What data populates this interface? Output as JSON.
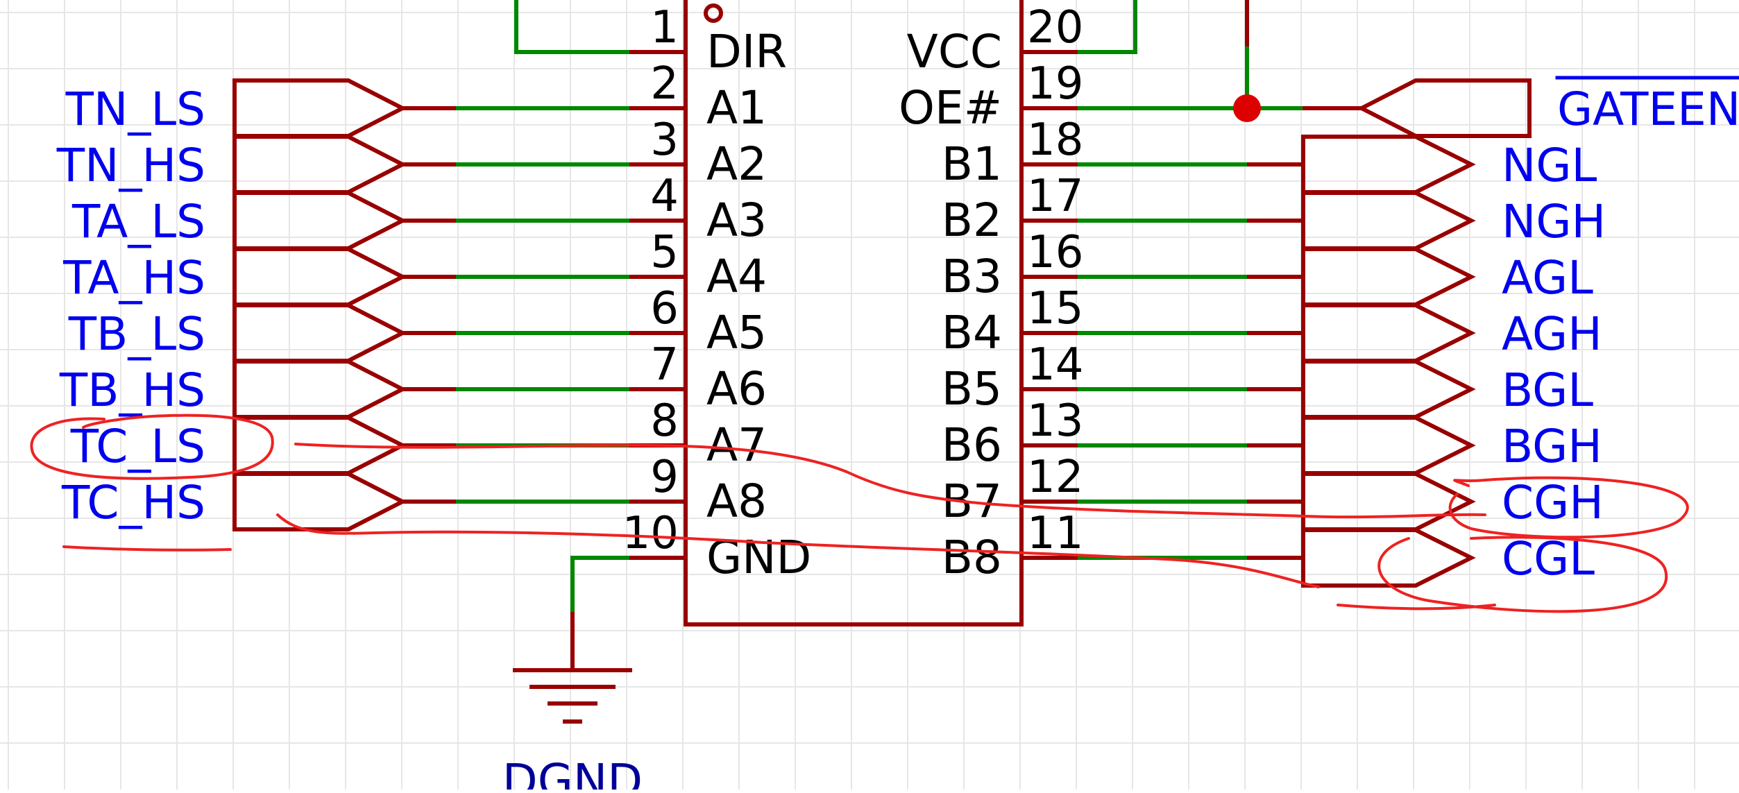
{
  "colors": {
    "background": "#ffffff",
    "grid": "#e6e6e6",
    "symbol": "#990000",
    "wire": "#008800",
    "net_label": "#0000ee",
    "power_label": "#000099",
    "pin_text": "#000000",
    "annotation": "#ee2222"
  },
  "chip": {
    "left_pins": [
      {
        "num": "1",
        "name": "DIR"
      },
      {
        "num": "2",
        "name": "A1"
      },
      {
        "num": "3",
        "name": "A2"
      },
      {
        "num": "4",
        "name": "A3"
      },
      {
        "num": "5",
        "name": "A4"
      },
      {
        "num": "6",
        "name": "A5"
      },
      {
        "num": "7",
        "name": "A6"
      },
      {
        "num": "8",
        "name": "A7"
      },
      {
        "num": "9",
        "name": "A8"
      },
      {
        "num": "10",
        "name": "GND"
      }
    ],
    "right_pins": [
      {
        "num": "20",
        "name": "VCC"
      },
      {
        "num": "19",
        "name": "OE#"
      },
      {
        "num": "18",
        "name": "B1"
      },
      {
        "num": "17",
        "name": "B2"
      },
      {
        "num": "16",
        "name": "B3"
      },
      {
        "num": "15",
        "name": "B4"
      },
      {
        "num": "14",
        "name": "B5"
      },
      {
        "num": "13",
        "name": "B6"
      },
      {
        "num": "12",
        "name": "B7"
      },
      {
        "num": "11",
        "name": "B8"
      }
    ]
  },
  "left_nets": [
    "TN_LS",
    "TN_HS",
    "TA_LS",
    "TA_HS",
    "TB_LS",
    "TB_HS",
    "TC_LS",
    "TC_HS"
  ],
  "right_nets": [
    "NGL",
    "NGH",
    "AGL",
    "AGH",
    "BGL",
    "BGH",
    "CGH",
    "CGL"
  ],
  "gate_net": "GATEEN",
  "ground_label": "DGND",
  "annotations": {
    "circled_left": [
      "TC_LS"
    ],
    "circled_right": [
      "CGH",
      "CGL"
    ]
  }
}
